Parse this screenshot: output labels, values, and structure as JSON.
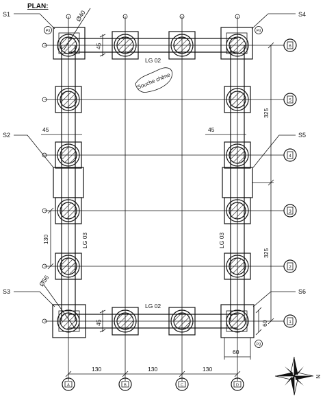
{
  "title": "PLAN:",
  "supports": [
    {
      "id": "S1",
      "label": "S1"
    },
    {
      "id": "S2",
      "label": "S2"
    },
    {
      "id": "S3",
      "label": "S3"
    },
    {
      "id": "S4",
      "label": "S4"
    },
    {
      "id": "S5",
      "label": "S5"
    },
    {
      "id": "S6",
      "label": "S6"
    }
  ],
  "beams": {
    "top": "LG 02",
    "bottom": "LG 02",
    "left": "LG 03",
    "right": "LG 03"
  },
  "annotation": "Souche chêne",
  "diameters": {
    "top": "Ø40",
    "bottom": "Ø56"
  },
  "post_markers": {
    "top_left": "P3",
    "top_right": "P3",
    "bottom_right": "P3"
  },
  "dimensions": {
    "d45_top": "45",
    "d45_left": "45",
    "d45_right": "45",
    "d45_bottom": "45",
    "d130_left": "130",
    "d325_upper": "325",
    "d325_lower": "325",
    "d60_right": "60",
    "d60_bottom": "60",
    "d130_b1": "130",
    "d130_b2": "130",
    "d130_b3": "130"
  },
  "row_axes": [
    "6",
    "5",
    "4",
    "3",
    "2",
    "1"
  ],
  "column_axes": [
    "A",
    "B",
    "C",
    "D"
  ],
  "compass": {
    "north": "N"
  }
}
